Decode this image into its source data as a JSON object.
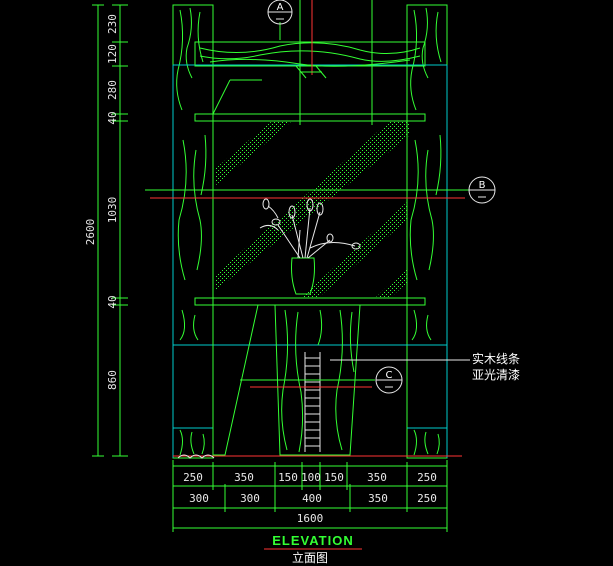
{
  "drawing": {
    "title": "ELEVATION",
    "subtitle": "立面图",
    "notes": [
      "实木线条",
      "亚光清漆"
    ],
    "section_marks": [
      "A",
      "B",
      "C"
    ],
    "left_dims": [
      "230",
      "120",
      "280",
      "40",
      "1030",
      "40",
      "860"
    ],
    "overall_height": "2600",
    "bottom_row1": [
      "250",
      "350",
      "150",
      "100",
      "150",
      "350",
      "250"
    ],
    "bottom_row2": [
      "300",
      "300",
      "400",
      "350",
      "250"
    ],
    "overall_width": "1600",
    "colors": {
      "background": "#000000",
      "line": "#33ff33",
      "accent": "#ff3333",
      "text": "#ffffff",
      "frame": "#00cccc"
    }
  }
}
